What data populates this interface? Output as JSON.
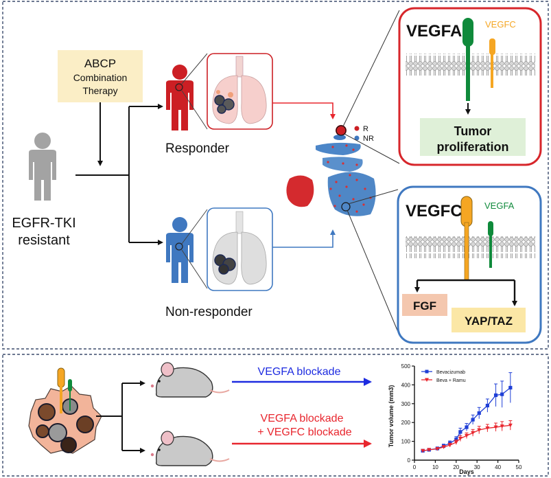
{
  "top": {
    "therapy_line1": "ABCP",
    "therapy_line2": "Combination",
    "therapy_line3": "Therapy",
    "patient_line1": "EGFR-TKI",
    "patient_line2": "resistant",
    "responder_label": "Responder",
    "nonresponder_label": "Non-responder",
    "legend_r": "R",
    "legend_nr": "NR",
    "box_r": {
      "main_ligand": "VEGFA",
      "minor_ligand": "VEGFC",
      "outcome_line1": "Tumor",
      "outcome_line2": "proliferation"
    },
    "box_nr": {
      "main_ligand": "VEGFC",
      "minor_ligand": "VEGFA",
      "target1": "FGF",
      "target2": "YAP/TAZ"
    }
  },
  "bottom": {
    "arrow1_label": "VEGFA blockade",
    "arrow2_line1": "VEGFA blockade",
    "arrow2_line2": "+ VEGFC blockade"
  },
  "colors": {
    "responder_red": "#cc1f24",
    "nonresponder_blue": "#3f78c0",
    "vegfa_green": "#0f8a3b",
    "vegfc_orange": "#f5a623",
    "therapy_box": "#fbeec6",
    "outcome_box": "#dff0d8",
    "fgf_box": "#f4c7ae",
    "yap_box": "#fbe7a6"
  },
  "chart_data": {
    "type": "line",
    "xlabel": "Days",
    "ylabel": "Tumor volume (mm3)",
    "xlim": [
      0,
      50
    ],
    "ylim": [
      0,
      500
    ],
    "xticks": [
      0,
      10,
      20,
      30,
      40,
      50
    ],
    "yticks": [
      0,
      100,
      200,
      300,
      400,
      500
    ],
    "series": [
      {
        "name": "Bevacizumab",
        "color": "#1f3fd6",
        "marker": "square",
        "x": [
          4,
          7,
          11,
          14,
          17,
          20,
          22,
          25,
          28,
          31,
          35,
          39,
          42,
          46
        ],
        "y": [
          50,
          55,
          62,
          75,
          90,
          110,
          150,
          175,
          215,
          250,
          290,
          345,
          350,
          385
        ],
        "err": [
          5,
          6,
          8,
          10,
          12,
          15,
          20,
          20,
          25,
          30,
          35,
          60,
          70,
          80
        ]
      },
      {
        "name": "Beva + Ramu",
        "color": "#e8262e",
        "marker": "triangle-down",
        "x": [
          4,
          7,
          11,
          14,
          17,
          20,
          22,
          25,
          28,
          31,
          35,
          39,
          42,
          46
        ],
        "y": [
          50,
          55,
          60,
          70,
          80,
          95,
          115,
          130,
          145,
          160,
          170,
          175,
          180,
          185
        ],
        "err": [
          5,
          5,
          6,
          8,
          10,
          12,
          15,
          15,
          18,
          20,
          20,
          22,
          25,
          25
        ]
      }
    ]
  }
}
